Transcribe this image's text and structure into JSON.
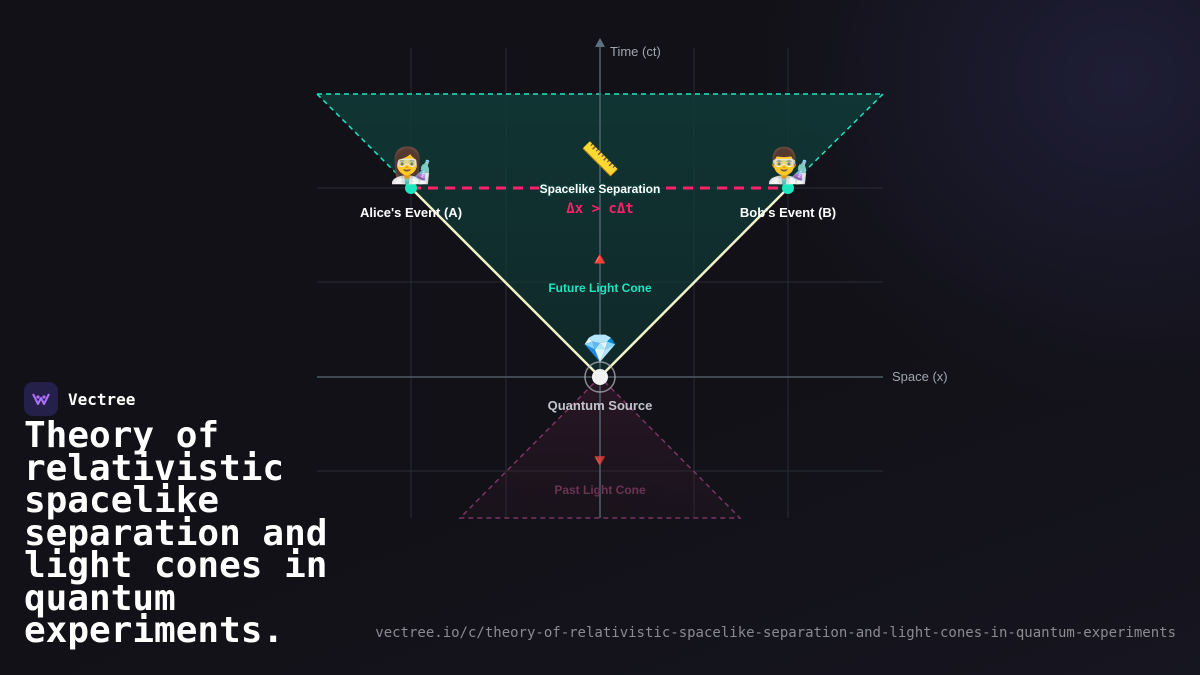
{
  "brand": {
    "name": "Vectree"
  },
  "title": "Theory of relativistic spacelike separation and light cones in quantum experiments.",
  "url": "vectree.io/c/theory-of-relativistic-spacelike-separation-and-light-cones-in-quantum-experiments",
  "diagram": {
    "axis_time_label": "Time (ct)",
    "axis_space_label": "Space (x)",
    "alice_label": "Alice's Event (A)",
    "bob_label": "Bob's Event (B)",
    "separation_label": "Spacelike Separation",
    "separation_formula": "Δx > cΔt",
    "future_cone_label": "Future Light Cone",
    "past_cone_label": "Past Light Cone",
    "source_label": "Quantum Source",
    "alice_icon": "👩‍🔬",
    "bob_icon": "👨‍🔬",
    "ruler_icon": "📏",
    "future_marker_icon": "🔺",
    "past_marker_icon": "🔻",
    "source_icon": "💎"
  },
  "colors": {
    "cone_teal": "#1ee6c0",
    "separation_pink": "#ff1f6b",
    "past_cone": "#8a3a6a",
    "light_path": "#f2f2c8"
  }
}
